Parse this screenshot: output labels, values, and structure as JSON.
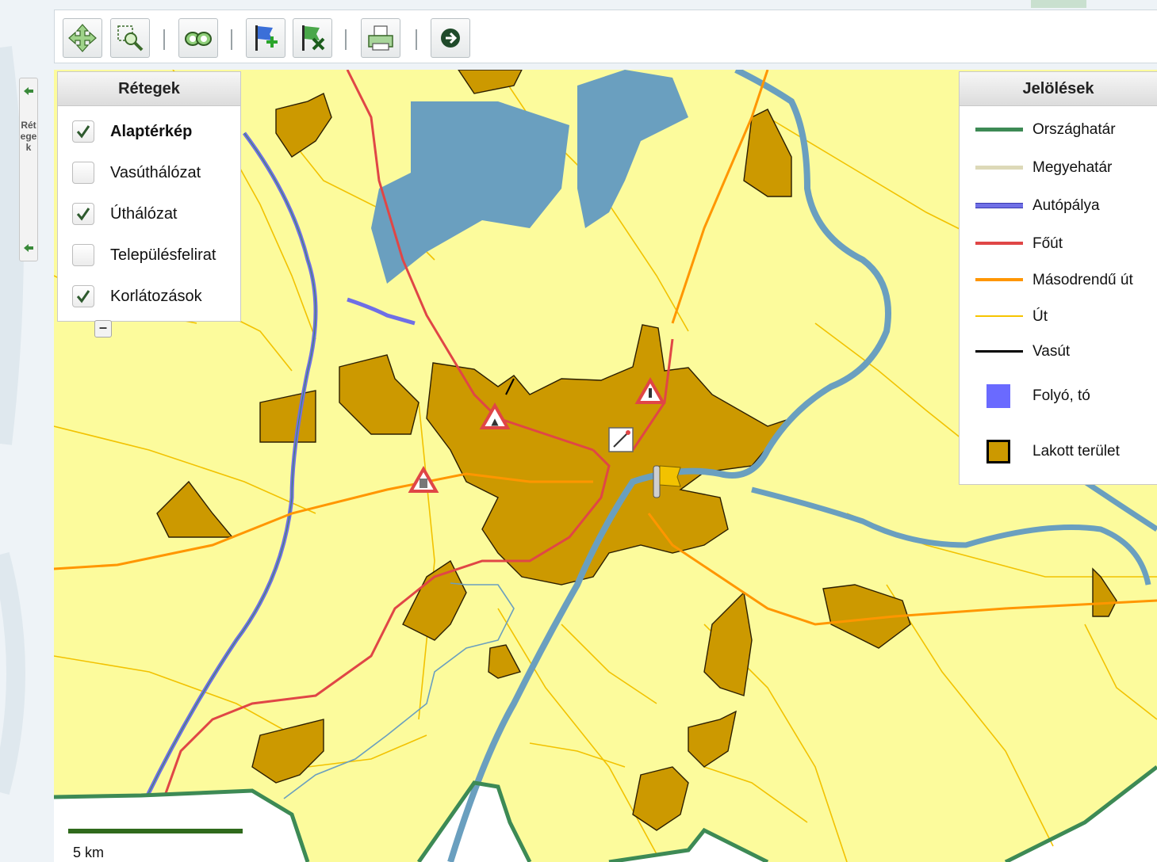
{
  "toolbar": {
    "buttons": [
      {
        "name": "pan",
        "icon": "pan-arrows-icon"
      },
      {
        "name": "zoom-box",
        "icon": "zoom-box-icon"
      },
      {
        "name": "search",
        "icon": "binoculars-icon"
      },
      {
        "name": "add-marker",
        "icon": "flag-add-icon"
      },
      {
        "name": "remove-marker",
        "icon": "flag-remove-icon"
      },
      {
        "name": "print",
        "icon": "printer-icon"
      },
      {
        "name": "go",
        "icon": "arrow-right-circle-icon"
      }
    ]
  },
  "sidetab": {
    "label": "Rétegek"
  },
  "layers": {
    "title": "Rétegek",
    "items": [
      {
        "label": "Alaptérkép",
        "checked": true,
        "bold": true
      },
      {
        "label": "Vasúthálózat",
        "checked": false,
        "bold": false
      },
      {
        "label": "Úthálózat",
        "checked": true,
        "bold": false
      },
      {
        "label": "Településfelirat",
        "checked": false,
        "bold": false
      },
      {
        "label": "Korlátozások",
        "checked": true,
        "bold": false
      }
    ]
  },
  "legend": {
    "title": "Jelölések",
    "items": [
      {
        "label": "Országhatár",
        "color": "#3d8a55"
      },
      {
        "label": "Megyehatár",
        "color": "#ddd9b8"
      },
      {
        "label": "Autópálya",
        "color": "#6f6fe6"
      },
      {
        "label": "Főút",
        "color": "#e04646"
      },
      {
        "label": "Másodrendű út",
        "color": "#ff9600"
      },
      {
        "label": "Út",
        "color": "#f7c400"
      },
      {
        "label": "Vasút",
        "color": "#000000"
      },
      {
        "label": "Folyó, tó",
        "color": "#6a6aff"
      },
      {
        "label": "Lakott terület",
        "color": "#cc9900"
      }
    ]
  },
  "scale": {
    "label": "5 km"
  },
  "colors": {
    "land": "#fcfb9c",
    "urban": "#cc9900",
    "water": "#6a9fbf",
    "border": "#3d8a55",
    "outside": "#ffffff"
  }
}
